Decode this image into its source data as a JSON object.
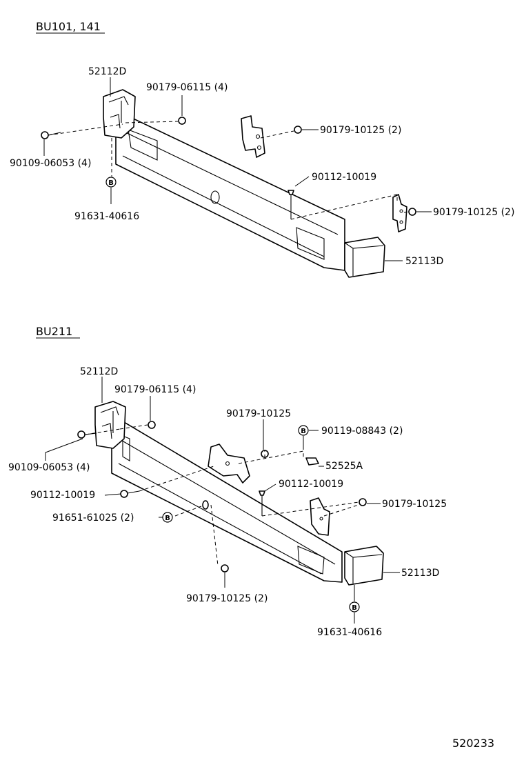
{
  "sections": [
    {
      "title": "BU101, 141",
      "labels": {
        "corner_left": "52112D",
        "nut_top": "90179-06115 (4)",
        "bolt_left": "90109-06053 (4)",
        "clip_b": "91631-40616",
        "nut_bracket1": "90179-10125 (2)",
        "bolt_mid": "90112-10019",
        "nut_bracket2": "90179-10125 (2)",
        "corner_right": "52113D"
      }
    },
    {
      "title": "BU211",
      "labels": {
        "corner_left": "52112D",
        "nut_top": "90179-06115 (4)",
        "bolt_left": "90109-06053 (4)",
        "bolt_side": "90112-10019",
        "clip_b_left": "91651-61025 (2)",
        "nut_bottom": "90179-10125 (2)",
        "nut_top_mid": "90179-10125",
        "clip_b_top": "90119-08843 (2)",
        "bracket": "52525A",
        "bolt_mid": "90112-10019",
        "nut_right": "90179-10125",
        "corner_right": "52113D",
        "clip_b_bottom": "91631-40616"
      }
    }
  ],
  "badge_letter": "B",
  "figure_number": "520233"
}
